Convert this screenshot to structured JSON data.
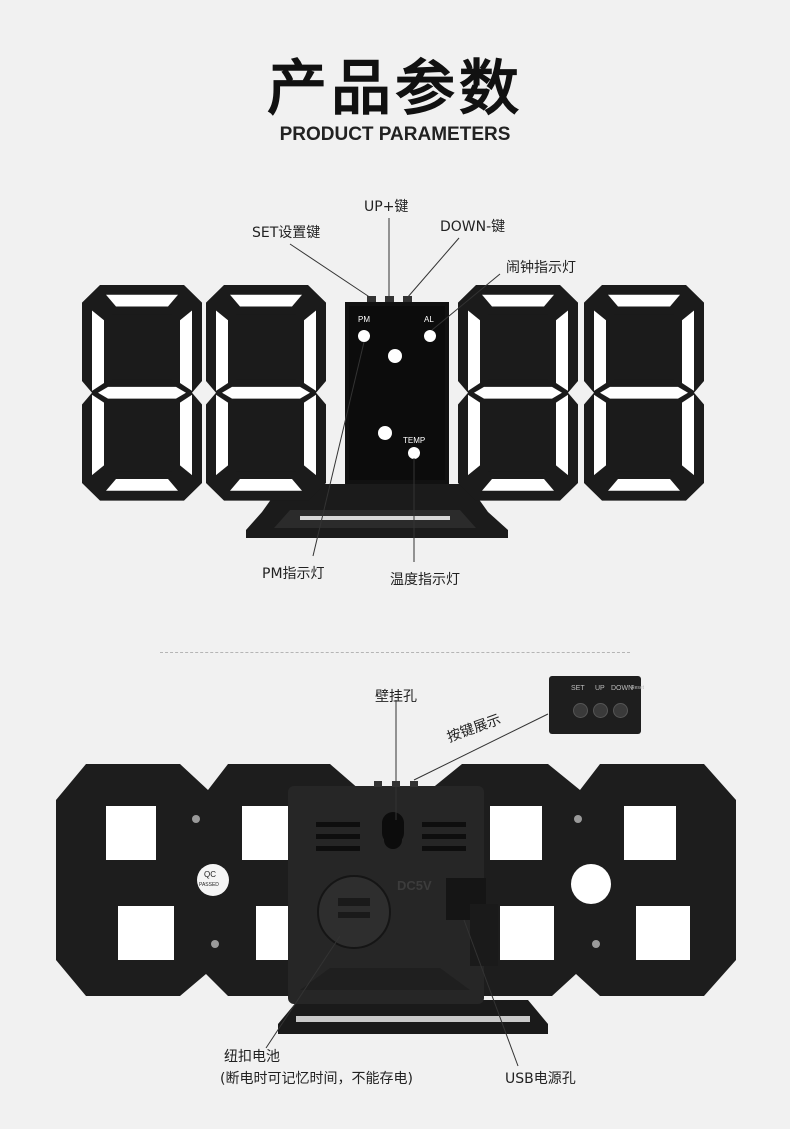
{
  "header": {
    "title": "产品参数",
    "subtitle": "PRODUCT PARAMETERS"
  },
  "front": {
    "labels": {
      "up": "UP+键",
      "set": "SET设置键",
      "down": "DOWN-键",
      "alarm_led": "闹钟指示灯",
      "pm_led": "PM指示灯",
      "temp_led": "温度指示灯"
    },
    "panel_text": {
      "pm": "PM",
      "al": "AL",
      "temp": "TEMP"
    }
  },
  "back": {
    "labels": {
      "wall_hole": "壁挂孔",
      "buttons": "按键展示",
      "battery_line1": "纽扣电池",
      "battery_line2": "(断电时可记忆时间，不能存电)",
      "usb": "USB电源孔"
    },
    "inset_buttons": [
      "SET",
      "UP",
      "DOWN",
      "Reset"
    ],
    "qc": [
      "QC",
      "PASSED"
    ],
    "dc": "DC5V"
  },
  "colors": {
    "frame": "#1b1b1b",
    "led": "#ffffff",
    "background": "#f1f1f1"
  }
}
